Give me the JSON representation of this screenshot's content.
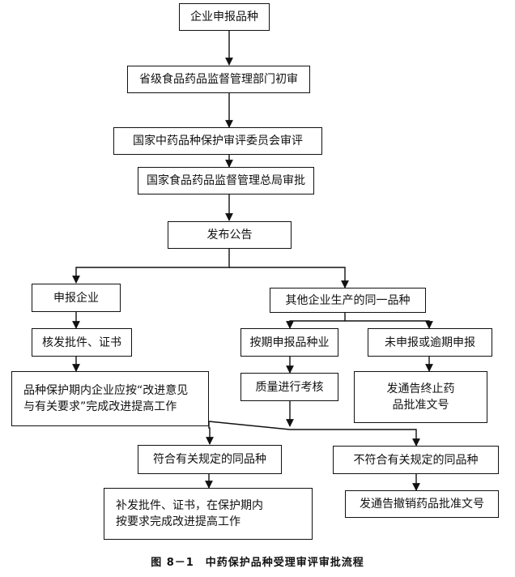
{
  "flowchart": {
    "nodes": {
      "n1": "企业申报品种",
      "n2": "省级食品药品监督管理部门初审",
      "n3": "国家中药品种保护审评委员会审评",
      "n4": "国家食品药品监督管理总局审批",
      "n5": "发布公告",
      "n6": "申报企业",
      "n7": "其他企业生产的同一品种",
      "n8": "核发批件、证书",
      "n9": "按期申报品种业",
      "n10": "未申报或逾期申报",
      "n11": "品种保护期内企业应按“改进意见\n与有关要求”完成改进提高工作",
      "n12": "质量进行考核",
      "n13": "发通告终止药\n品批准文号",
      "n14": "符合有关规定的同品种",
      "n15": "不符合有关规定的同品种",
      "n16": "补发批件、证书，在保护期内\n按要求完成改进提高工作",
      "n17": "发通告撤销药品批准文号"
    },
    "caption": "图 8－1　中药保护品种受理审评审批流程"
  }
}
